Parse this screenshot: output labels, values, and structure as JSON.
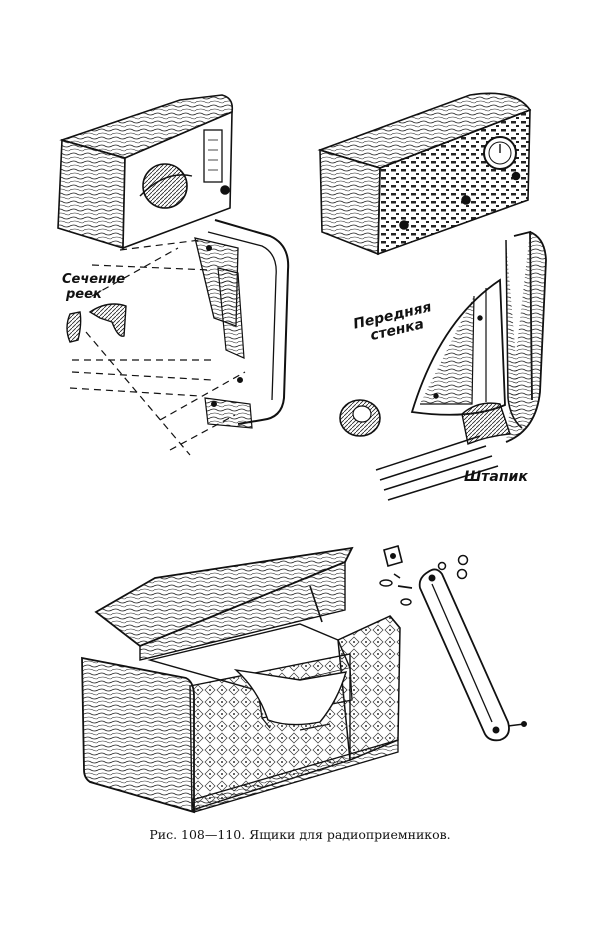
{
  "labels": {
    "section_line1": "Сечение",
    "section_line2": "реек",
    "front_line1": "Передняя",
    "front_line2": "стенка",
    "bead": "Штапик"
  },
  "caption": "Рис. 108—110. Ящики для радиоприемников."
}
